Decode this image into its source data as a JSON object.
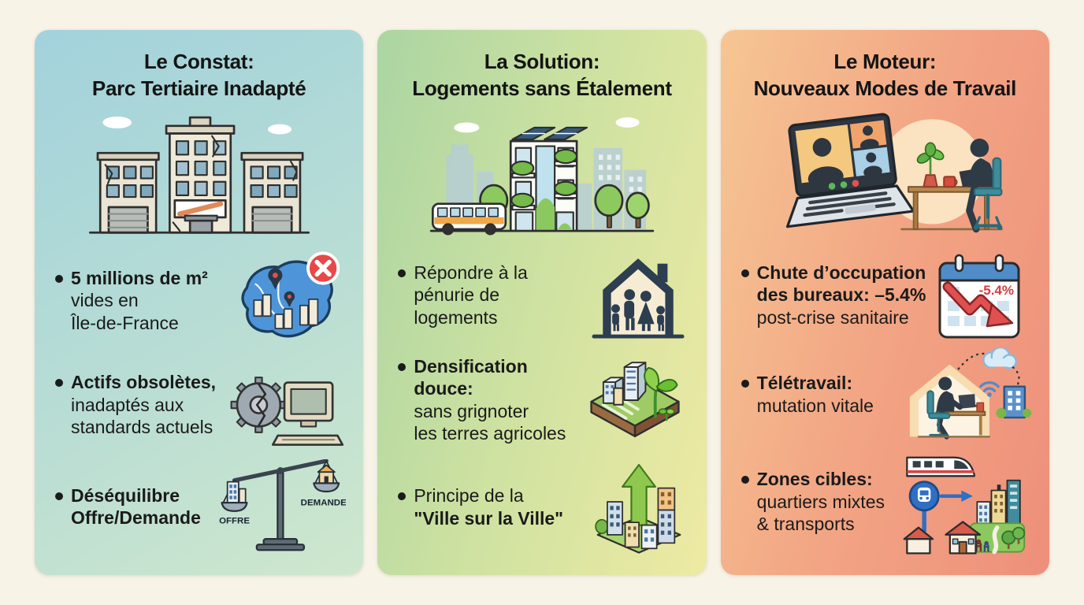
{
  "page": {
    "background": "#f8f3e7"
  },
  "panels": [
    {
      "title": [
        "Le Constat:",
        "Parc Tertiaire Inadapté"
      ],
      "gradient": {
        "angle": "150deg",
        "stops": [
          "#a2d2dc",
          "#b6dcd5",
          "#cfe7cd"
        ]
      },
      "hero_icon": "damaged-office-buildings-illustration",
      "bullets": [
        {
          "lines": [
            "5 millions de m²",
            "vides en",
            "Île-de-France"
          ],
          "icon": "ile-de-france-vacancy-map-icon"
        },
        {
          "lines": [
            "Actifs obsolètes,",
            "inadaptés aux",
            "standards actuels"
          ],
          "icon": "broken-gear-obsolete-computer-icon"
        },
        {
          "lines": [
            "Déséquilibre",
            "Offre/Demande"
          ],
          "icon": "supply-demand-scale-icon",
          "scale_labels": {
            "left": "OFFRE",
            "right": "DEMANDE"
          }
        }
      ]
    },
    {
      "title": [
        "La Solution:",
        "Logements sans Étalement"
      ],
      "gradient": {
        "angle": "105deg",
        "stops": [
          "#abd5a2",
          "#cfe2a1",
          "#eeeaa3"
        ]
      },
      "hero_icon": "green-eco-building-illustration",
      "bullets": [
        {
          "lines": [
            "Répondre à la",
            "pénurie de",
            "logements"
          ],
          "icon": "house-family-icon"
        },
        {
          "lines": [
            "Densification douce:",
            "sans grignoter",
            "les terres agricoles"
          ],
          "icon": "densification-farmland-icon"
        },
        {
          "lines": [
            "Principe de la",
            "\"Ville sur la Ville\""
          ],
          "icon": "city-growth-arrow-icon"
        }
      ]
    },
    {
      "title": [
        "Le Moteur:",
        "Nouveaux Modes de Travail"
      ],
      "gradient": {
        "angle": "105deg",
        "stops": [
          "#f6c693",
          "#f2a584",
          "#ee8f7b"
        ]
      },
      "hero_icon": "video-call-remote-work-illustration",
      "bullets": [
        {
          "lines": [
            "Chute d’occupation",
            "des bureaux: –5.4%",
            "post-crise sanitaire"
          ],
          "icon": "calendar-decline-icon",
          "badge": "-5.4%"
        },
        {
          "lines": [
            "Télétravail:",
            "mutation vitale"
          ],
          "icon": "home-office-cloud-icon"
        },
        {
          "lines": [
            "Zones cibles:",
            "quartiers mixtes",
            "& transports"
          ],
          "icon": "transit-mixed-district-icon"
        }
      ]
    }
  ]
}
